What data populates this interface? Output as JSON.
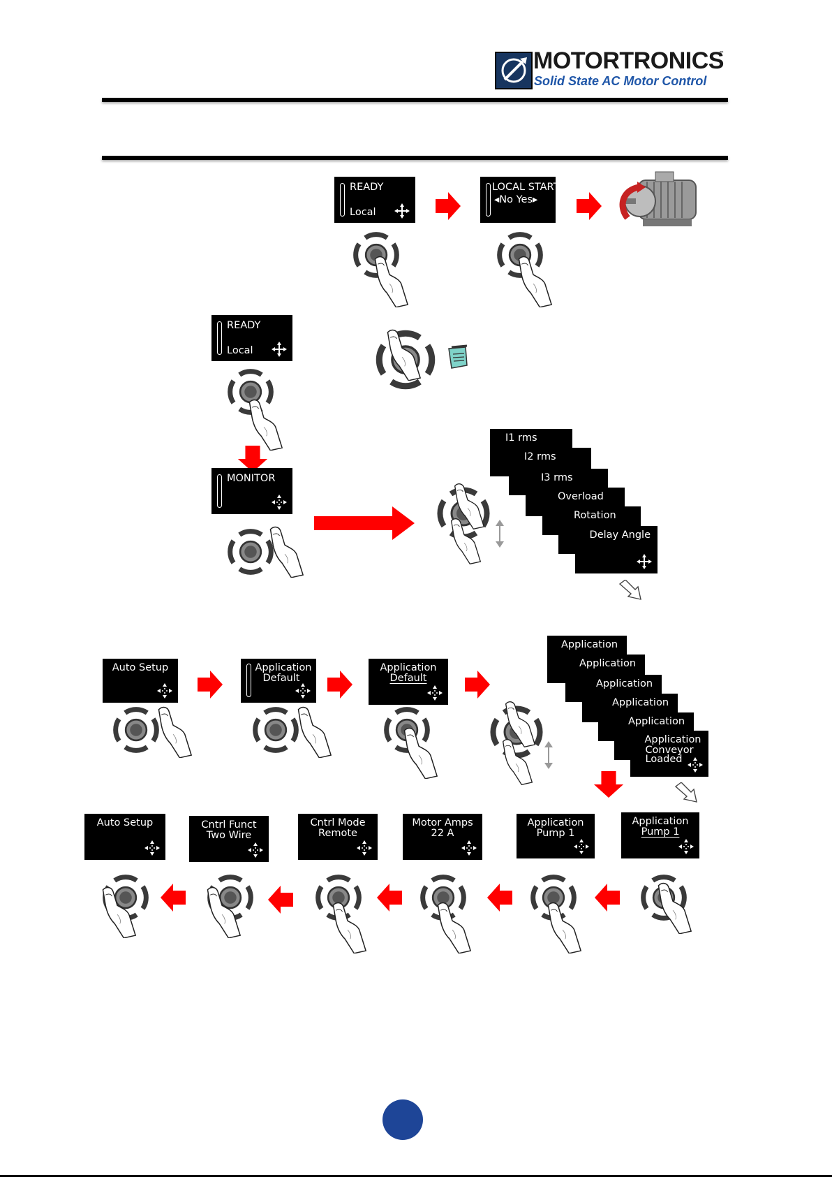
{
  "header": {
    "brand": "MOTORTRONICS",
    "tm": "™",
    "tagline": "Solid State AC Motor Control"
  },
  "colors": {
    "arrow": "#ff0000",
    "badge": "#1e4597",
    "tagline": "#1f56a8",
    "lcd_bg": "#000000",
    "dial": "#3a3a3a"
  },
  "section1": {
    "screen1": {
      "line1": "READY",
      "line2": "Local"
    },
    "screen2": {
      "line1": "LOCAL START",
      "line2": "No  Yes"
    }
  },
  "section2": {
    "ready": {
      "line1": "READY",
      "line2": "Local"
    },
    "monitor": {
      "line1": "MONITOR"
    },
    "stack": [
      "I1 rms",
      "I2 rms",
      "I3 rms",
      "Overload",
      "Rotation",
      "Delay Angle"
    ]
  },
  "section3": {
    "row1": [
      {
        "l1": "Auto Setup"
      },
      {
        "l1": "Application",
        "l2": "Default"
      },
      {
        "l1": "Application",
        "l2": "Default"
      }
    ],
    "stack": [
      "Application",
      "Application",
      "Application",
      "Application",
      "Application"
    ],
    "stack_last": {
      "l1": "Application",
      "l2": "Conveyor",
      "l3": "Loaded"
    },
    "row2": [
      {
        "l1": "Auto Setup"
      },
      {
        "l1": "Cntrl Funct",
        "l2": "Two Wire"
      },
      {
        "l1": "Cntrl Mode",
        "l2": "Remote"
      },
      {
        "l1": "Motor Amps",
        "l2": "22 A"
      },
      {
        "l1": "Application",
        "l2": "Pump 1"
      },
      {
        "l1": "Application",
        "l2": "Pump 1"
      }
    ]
  },
  "icons": [
    "motor-icon",
    "note-icon",
    "dial-icon",
    "finger-icon",
    "nav-arrows-icon",
    "outline-arrow-icon"
  ]
}
